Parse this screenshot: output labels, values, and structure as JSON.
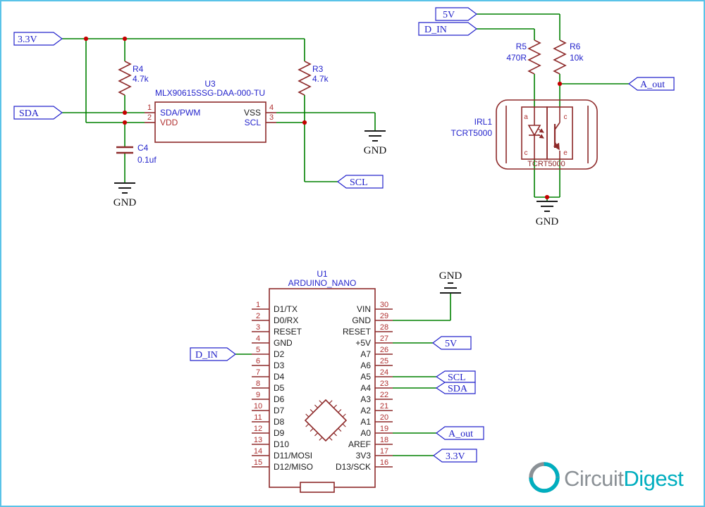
{
  "labels": {
    "gnd": "GND"
  },
  "mlx": {
    "ports": {
      "v33": "3.3V",
      "sda": "SDA",
      "scl": "SCL"
    },
    "r4": {
      "ref": "R4",
      "value": "4.7k"
    },
    "r3": {
      "ref": "R3",
      "value": "4.7k"
    },
    "c4": {
      "ref": "C4",
      "value": "0.1uf"
    },
    "u3": {
      "ref": "U3",
      "part": "MLX90615SSG-DAA-000-TU",
      "pins": [
        {
          "num": "1",
          "name": "SDA/PWM"
        },
        {
          "num": "2",
          "name": "VDD"
        },
        {
          "num": "4",
          "name": "VSS"
        },
        {
          "num": "3",
          "name": "SCL"
        }
      ]
    }
  },
  "tcrt": {
    "ports": {
      "v5": "5V",
      "d_in": "D_IN",
      "a_out": "A_out"
    },
    "r5": {
      "ref": "R5",
      "value": "470R"
    },
    "r6": {
      "ref": "R6",
      "value": "10k"
    },
    "sensor": {
      "ref": "IRL1",
      "part": "TCRT5000",
      "body_label": "TCRT5000",
      "pin_labels": [
        "a",
        "c",
        "c",
        "e"
      ]
    }
  },
  "arduino": {
    "ref": "U1",
    "part": "ARDUINO_NANO",
    "ports": {
      "d_in": "D_IN",
      "v5": "5V",
      "scl": "SCL",
      "sda": "SDA",
      "a_out": "A_out",
      "v33": "3.3V"
    },
    "left_pins": [
      {
        "num": "1",
        "name": "D1/TX"
      },
      {
        "num": "2",
        "name": "D0/RX"
      },
      {
        "num": "3",
        "name": "RESET"
      },
      {
        "num": "4",
        "name": "GND"
      },
      {
        "num": "5",
        "name": "D2"
      },
      {
        "num": "6",
        "name": "D3"
      },
      {
        "num": "7",
        "name": "D4"
      },
      {
        "num": "8",
        "name": "D5"
      },
      {
        "num": "9",
        "name": "D6"
      },
      {
        "num": "10",
        "name": "D7"
      },
      {
        "num": "11",
        "name": "D8"
      },
      {
        "num": "12",
        "name": "D9"
      },
      {
        "num": "13",
        "name": "D10"
      },
      {
        "num": "14",
        "name": "D11/MOSI"
      },
      {
        "num": "15",
        "name": "D12/MISO"
      }
    ],
    "right_pins": [
      {
        "num": "30",
        "name": "VIN"
      },
      {
        "num": "29",
        "name": "GND"
      },
      {
        "num": "28",
        "name": "RESET"
      },
      {
        "num": "27",
        "name": "+5V"
      },
      {
        "num": "26",
        "name": "A7"
      },
      {
        "num": "25",
        "name": "A6"
      },
      {
        "num": "24",
        "name": "A5"
      },
      {
        "num": "23",
        "name": "A4"
      },
      {
        "num": "22",
        "name": "A3"
      },
      {
        "num": "21",
        "name": "A2"
      },
      {
        "num": "20",
        "name": "A1"
      },
      {
        "num": "19",
        "name": "A0"
      },
      {
        "num": "18",
        "name": "AREF"
      },
      {
        "num": "17",
        "name": "3V3"
      },
      {
        "num": "16",
        "name": "D13/SCK"
      }
    ]
  },
  "logo": {
    "word1": "Circuit",
    "word2": "Digest"
  }
}
